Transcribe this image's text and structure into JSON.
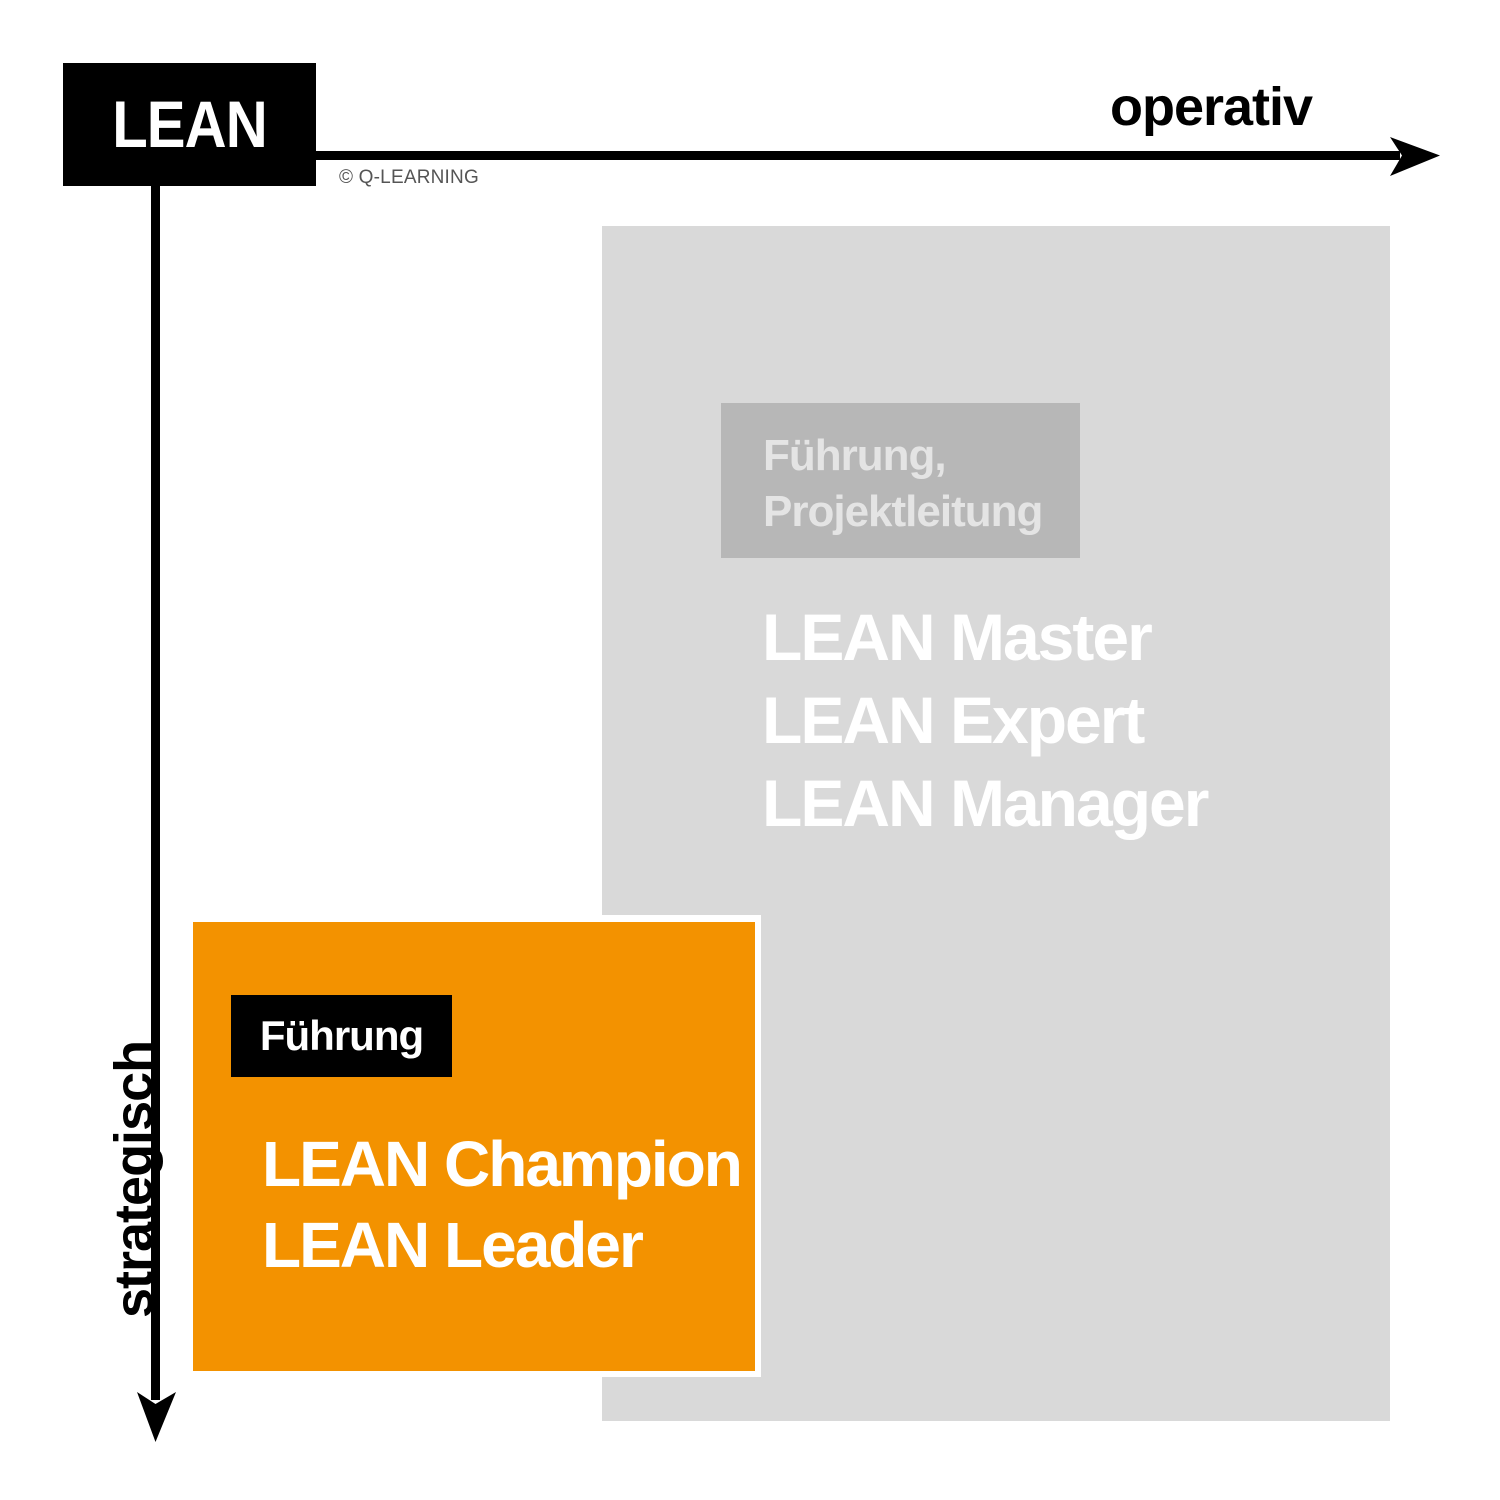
{
  "diagram": {
    "title": "LEAN",
    "copyright": "© Q-LEARNING",
    "axes": {
      "x_label": "operativ",
      "y_label": "strategisch"
    },
    "zones": [
      {
        "id": "operativ-zone",
        "category_label": "Führung, Projektleitung",
        "category_lines": [
          "Führung,",
          "Projektleitung"
        ],
        "roles": [
          "LEAN Master",
          "LEAN Expert",
          "LEAN Manager"
        ],
        "color": "#d9d9d9",
        "label_color": "#b7b7b7"
      },
      {
        "id": "strategisch-zone",
        "category_label": "Führung",
        "roles": [
          "LEAN Champion",
          "LEAN Leader"
        ],
        "color": "#f39200",
        "label_color": "#000000"
      }
    ]
  },
  "colors": {
    "axis": "#000000",
    "title_box": "#000000",
    "grey_zone": "#d9d9d9",
    "grey_label": "#b7b7b7",
    "orange_zone": "#f39200",
    "background": "#ffffff"
  }
}
